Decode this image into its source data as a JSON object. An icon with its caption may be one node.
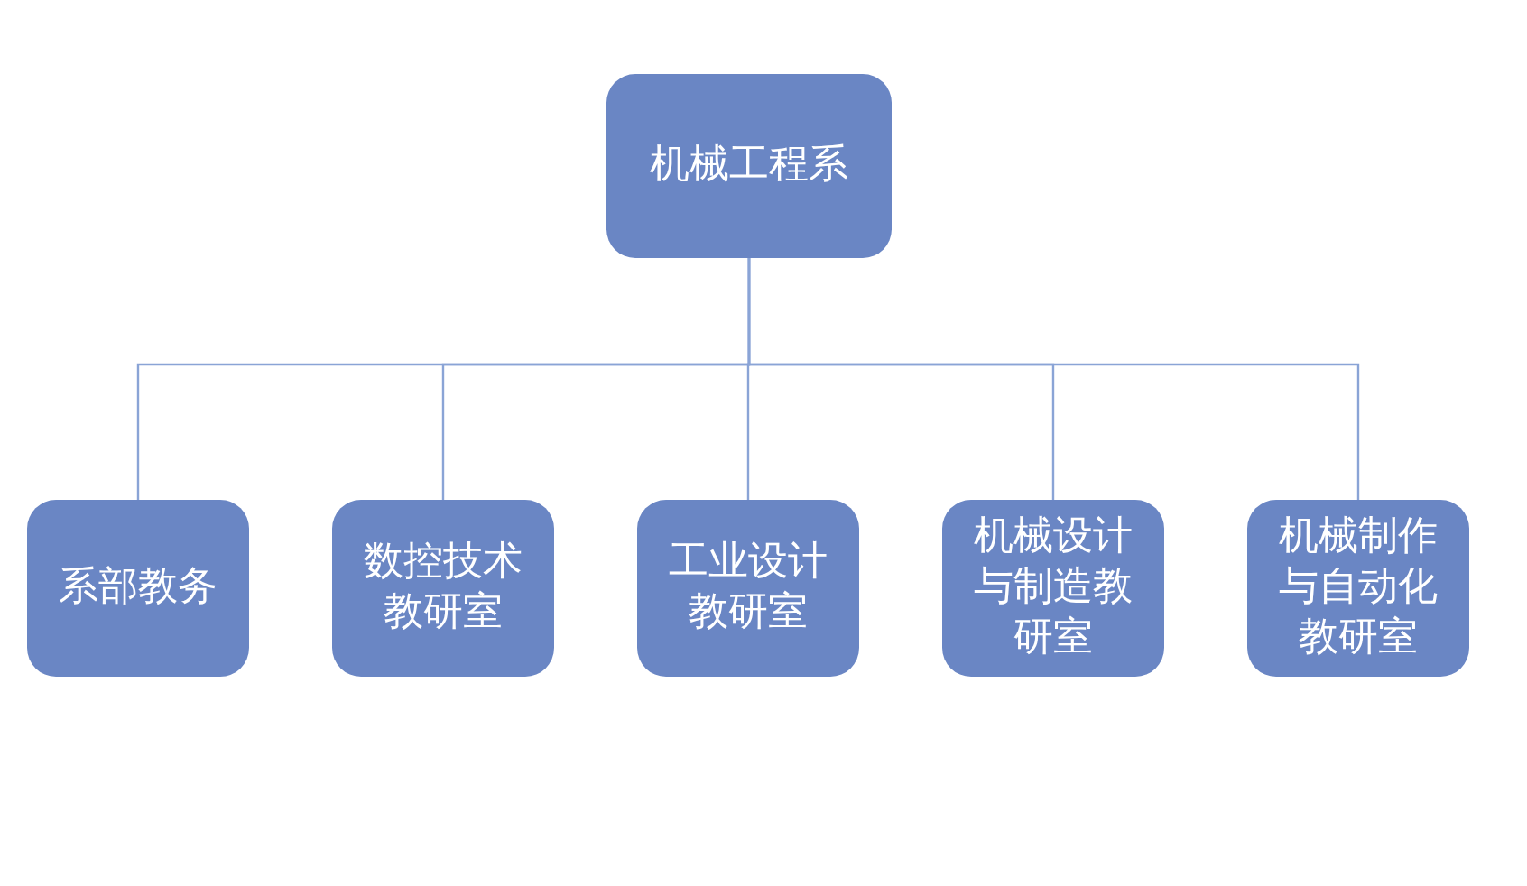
{
  "diagram": {
    "nodes": [
      {
        "text": [
          "机械工程系"
        ]
      },
      {
        "text": [
          "系部教务"
        ]
      },
      {
        "text": [
          "数控技术教研室"
        ]
      },
      {
        "text": [
          "工业设计教研室"
        ]
      },
      {
        "text": [
          "机械设计与制造教研室"
        ]
      },
      {
        "text": [
          "机械制作与自动化教研室"
        ]
      }
    ],
    "edges": [
      {
        "from": 0,
        "to": 1,
        "arrow": "none"
      },
      {
        "from": 0,
        "to": 2,
        "arrow": "none"
      },
      {
        "from": 0,
        "to": 3,
        "arrow": "none"
      },
      {
        "from": 0,
        "to": 4,
        "arrow": "none"
      },
      {
        "from": 0,
        "to": 5,
        "arrow": "none"
      }
    ]
  }
}
